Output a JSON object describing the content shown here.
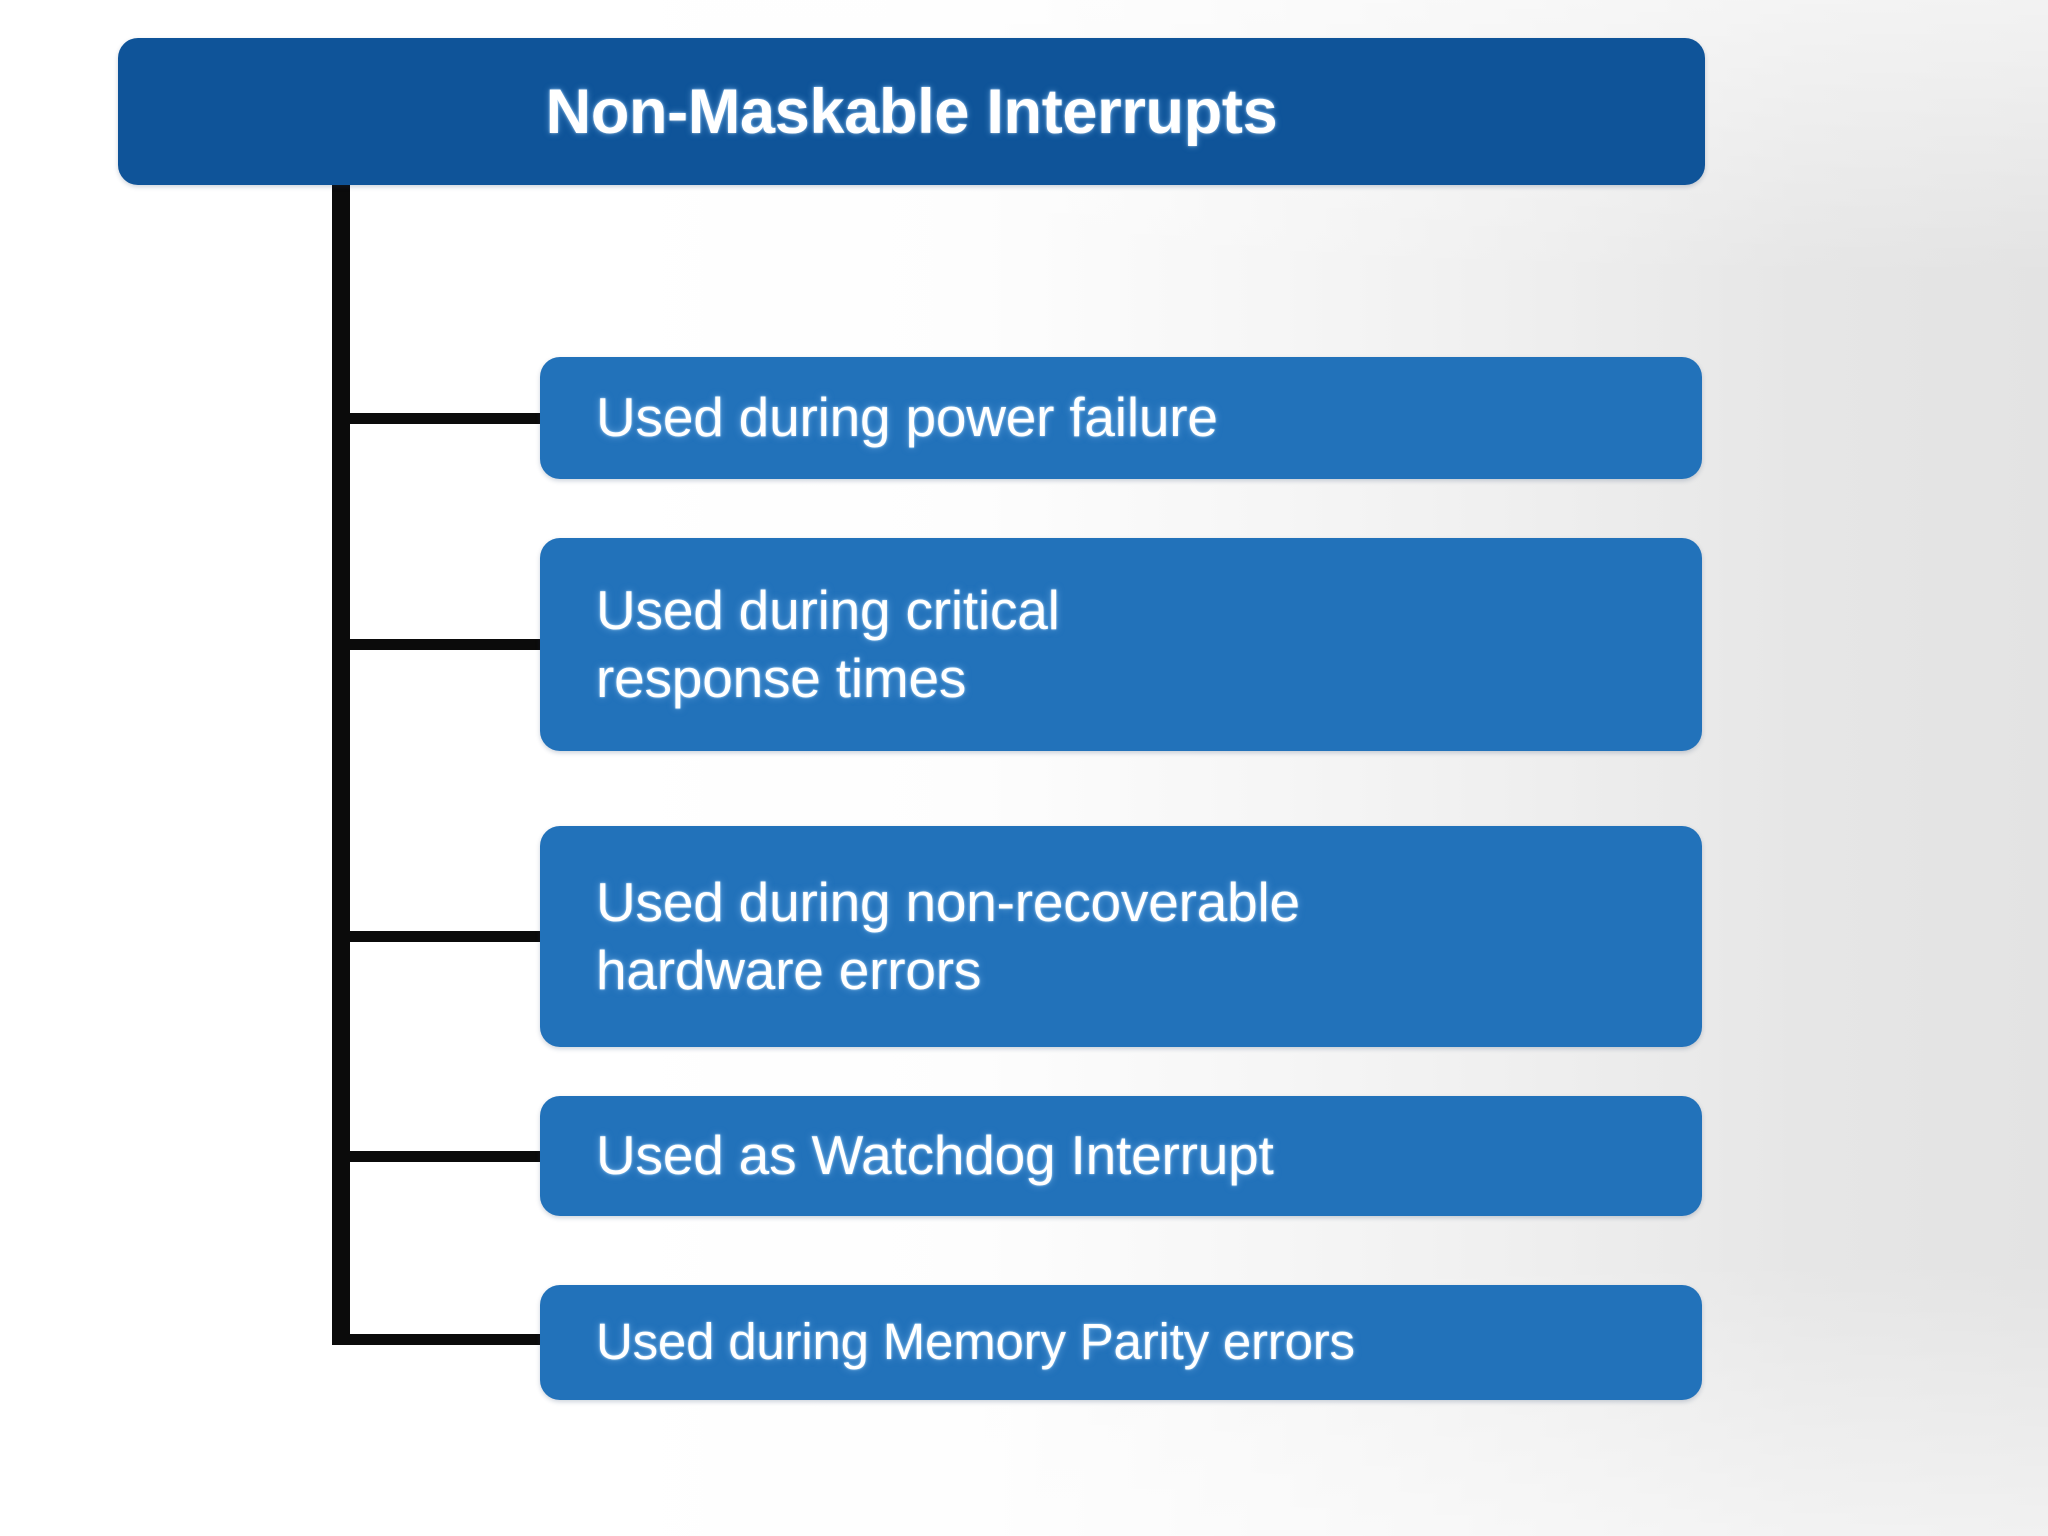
{
  "diagram": {
    "title": "Non-Maskable Interrupts",
    "type": "hierarchy-tree",
    "colors": {
      "root_fill": "#0F5499",
      "child_fill": "#2272BA",
      "connector": "#0B0B0B",
      "text": "#FFFFFF",
      "background_left": "#FFFFFF",
      "background_right": "#E3E3E3"
    },
    "root": {
      "label": "Non-Maskable Interrupts"
    },
    "children": [
      {
        "label": "Used during power failure"
      },
      {
        "label": "Used during critical\nresponse times"
      },
      {
        "label": "Used during non-recoverable\nhardware errors"
      },
      {
        "label": "Used as Watchdog Interrupt"
      },
      {
        "label": "Used during Memory Parity errors"
      }
    ]
  }
}
